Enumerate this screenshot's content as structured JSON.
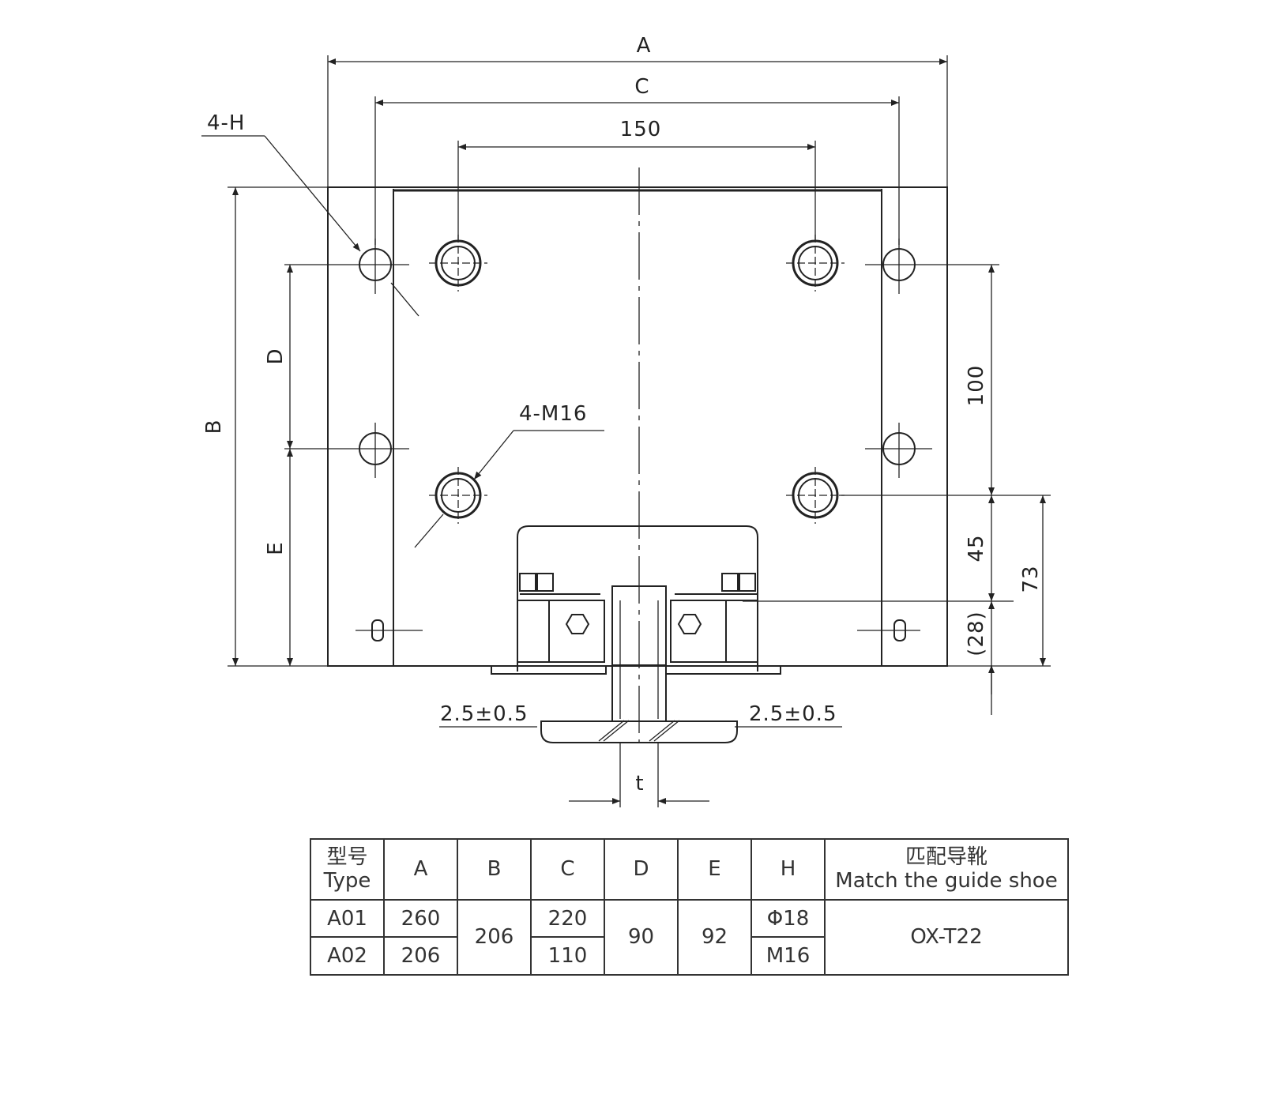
{
  "drawing": {
    "labels": {
      "dim_A": "A",
      "dim_C": "C",
      "dim_150": "150",
      "hole_H": "4-H",
      "hole_M16": "4-M16",
      "dim_B": "B",
      "dim_D": "D",
      "dim_E": "E",
      "dim_100": "100",
      "dim_45": "45",
      "dim_73": "73",
      "dim_28": "(28)",
      "clearance_left": "2.5±0.5",
      "clearance_right": "2.5±0.5",
      "dim_t": "t"
    }
  },
  "table": {
    "headers": {
      "type_cn": "型号",
      "type_en": "Type",
      "A": "A",
      "B": "B",
      "C": "C",
      "D": "D",
      "E": "E",
      "H": "H",
      "match_cn": "匹配导靴",
      "match_en": "Match the guide shoe"
    },
    "rows": [
      {
        "type": "A01",
        "A": "260",
        "C": "220",
        "H": "Φ18"
      },
      {
        "type": "A02",
        "A": "206",
        "C": "110",
        "H": "M16"
      }
    ],
    "shared": {
      "B": "206",
      "D": "90",
      "E": "92",
      "match": "OX-T22"
    }
  }
}
